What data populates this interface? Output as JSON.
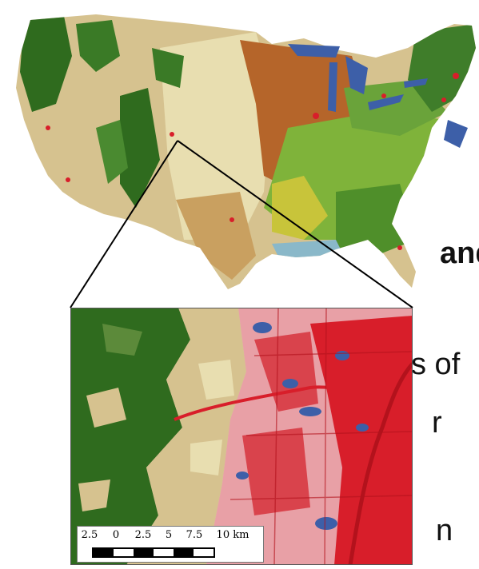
{
  "slide": {
    "fragments": [
      {
        "text": "and",
        "bold": true
      },
      {
        "text": "s of",
        "bold": false
      },
      {
        "text": "r",
        "bold": false
      },
      {
        "text": "n",
        "bold": false
      }
    ]
  },
  "scalebar": {
    "ticks": [
      "2.5",
      "0",
      "2.5",
      "5",
      "7.5",
      "10 km"
    ]
  },
  "colors": {
    "forest": "#2f6b1e",
    "shrub": "#d6c28f",
    "grass": "#e8deb0",
    "crop": "#b5652a",
    "pasture": "#c8c43a",
    "water": "#3d5fa8",
    "developed": "#d81e2a",
    "wetland": "#8ab8c9"
  }
}
